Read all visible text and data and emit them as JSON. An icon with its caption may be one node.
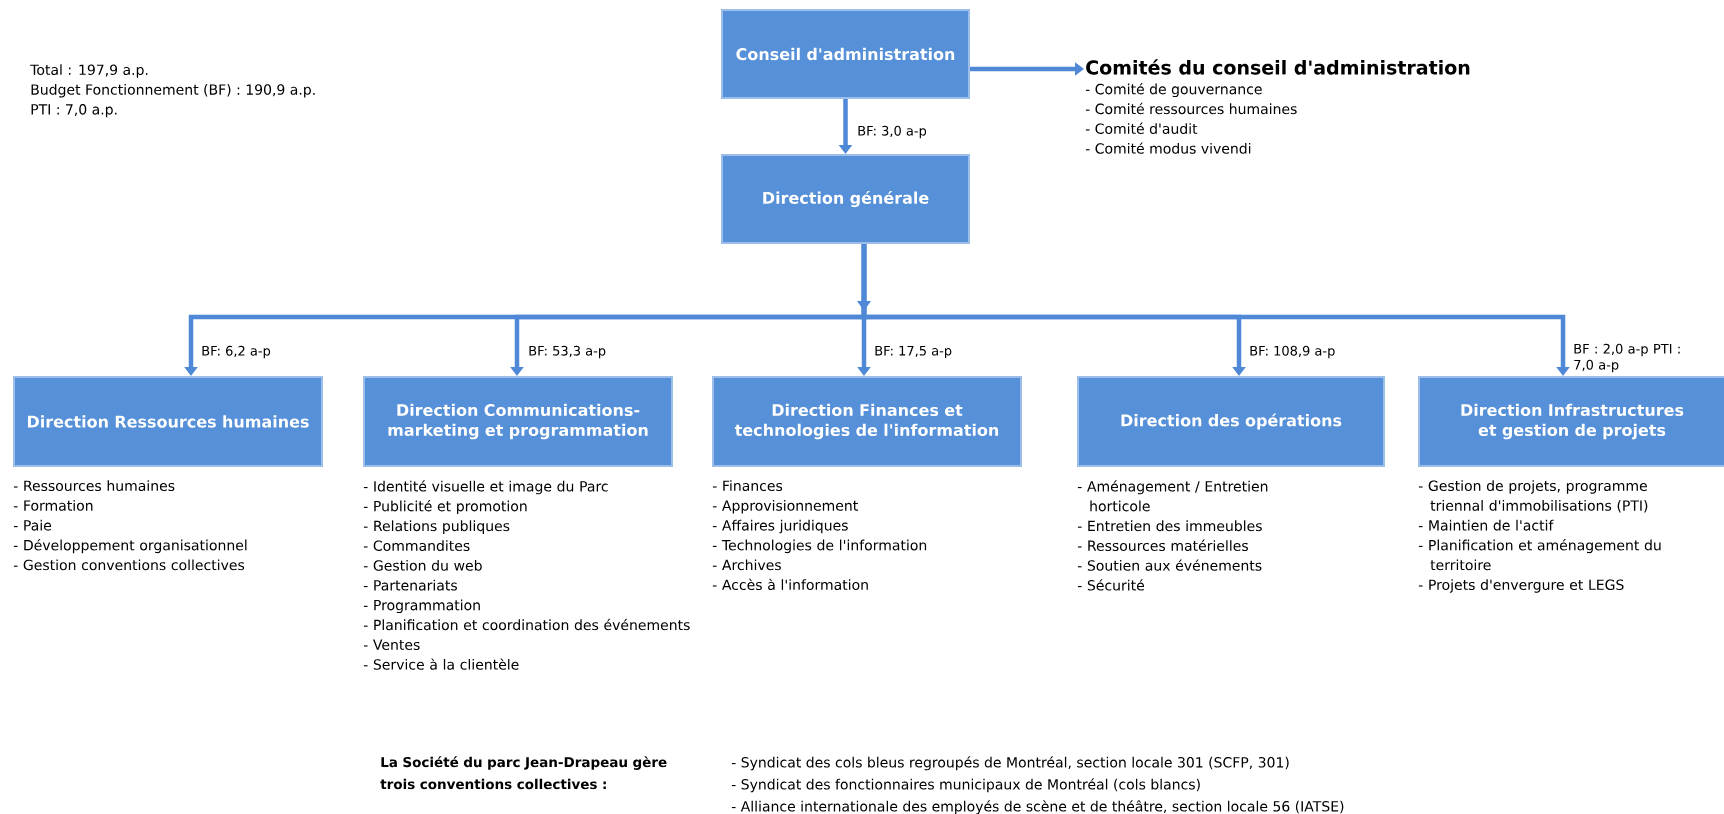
{
  "diagram": {
    "nodes": [
      {
        "text": [
          "Conseil d'administration"
        ]
      },
      {
        "text": [
          "Direction générale"
        ]
      },
      {
        "text": [
          "Comités du conseil d'administration",
          "- Comité de gouvernance",
          "- Comité ressources humaines",
          "- Comité d'audit",
          "- Comité modus vivendi"
        ]
      },
      {
        "text": [
          "Direction Ressources humaines"
        ],
        "beside": [
          "- Ressources humaines",
          "- Formation",
          "- Paie",
          "- Développement organisationnel",
          "- Gestion conventions collectives"
        ]
      },
      {
        "text": [
          "Direction Communications-marketing et programmation"
        ],
        "beside": [
          "- Identité visuelle et image du Parc",
          "- Publicité et promotion",
          "- Relations publiques",
          "- Commandites",
          "- Gestion du web",
          "- Partenariats",
          "- Programmation",
          "- Planification et coordination des événements",
          "- Ventes",
          "- Service à la clientèle"
        ]
      },
      {
        "text": [
          "Direction Finances et technologies de l'information"
        ],
        "beside": [
          "- Finances",
          "- Approvisionnement",
          "- Affaires juridiques",
          "- Technologies de l'information",
          "- Archives",
          "- Accès à l'information"
        ]
      },
      {
        "text": [
          "Direction des opérations"
        ],
        "beside": [
          "- Aménagement / Entretien horticole",
          "- Entretien des immeubles",
          "- Ressources matérielles",
          "- Soutien aux événements",
          "- Sécurité"
        ]
      },
      {
        "text": [
          "Direction Infrastructures et gestion de projets"
        ],
        "beside": [
          "- Gestion de projets, programme triennal d'immobilisations (PTI)",
          "- Maintien de l'actif",
          "- Planification et aménagement du territoire",
          "- Projets d'envergure et LEGS"
        ]
      }
    ],
    "edges": [
      {
        "from": 0,
        "to": 1,
        "arrow": "to",
        "label": "BF: 3,0 a-p"
      },
      {
        "from": 0,
        "to": 2,
        "arrow": "to"
      },
      {
        "from": 1,
        "to": 3,
        "arrow": "to",
        "label": "BF: 6,2 a-p"
      },
      {
        "from": 1,
        "to": 4,
        "arrow": "to",
        "label": "BF: 53,3 a-p"
      },
      {
        "from": 1,
        "to": 5,
        "arrow": "to",
        "label": "BF: 17,5 a-p"
      },
      {
        "from": 1,
        "to": 6,
        "arrow": "to",
        "label": "BF: 108,9 a-p"
      },
      {
        "from": 1,
        "to": 7,
        "arrow": "to",
        "label": "BF : 2,0 a-p PTI : 7,0 a-p"
      }
    ],
    "labels": [
      "Total : 197,9 a.p.",
      "Budget Fonctionnement (BF) : 190,9 a.p.",
      "PTI : 7,0 a.p.",
      "La Société du parc Jean-Drapeau gère trois conventions collectives :",
      "- Syndicat des cols bleus regroupés de Montréal, section locale 301 (SCFP, 301)",
      "- Syndicat des fonctionnaires municipaux de Montréal (cols blancs)",
      "- Alliance internationale des employés de scène et de théâtre, section locale 56 (IATSE)"
    ]
  }
}
